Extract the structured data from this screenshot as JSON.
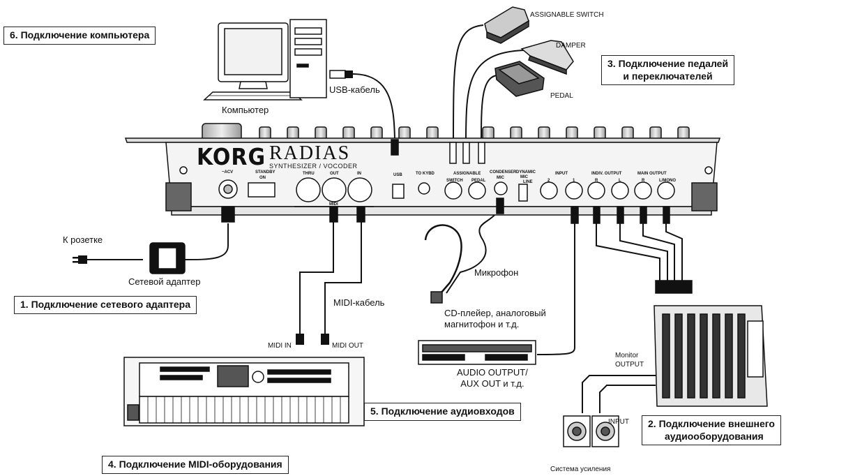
{
  "sections": {
    "computer": "6. Подключение компьютера",
    "pedals_line1": "3. Подключение педалей",
    "pedals_line2": "и переключателей",
    "power": "1. Подключение сетевого адаптера",
    "midi": "4. Подключение MIDI-оборудования",
    "audio_in": "5. Подключение аудиовходов",
    "audio_out_line1": "2. Подключение внешнего",
    "audio_out_line2": "аудиооборудования"
  },
  "labels": {
    "computer": "Компьютер",
    "usb_cable": "USB-кабель",
    "assignable_switch": "ASSIGNABLE SWITCH",
    "damper": "DAMPER",
    "pedal": "PEDAL",
    "outlet": "К розетке",
    "adapter": "Сетевой адаптер",
    "midi_cable": "MIDI-кабель",
    "midi_in": "MIDI IN",
    "midi_out": "MIDI OUT",
    "microphone": "Микрофон",
    "cd_line1": "CD-плейер, аналоговый",
    "cd_line2": "магнитофон и т.д.",
    "audio_output_line1": "AUDIO OUTPUT/",
    "audio_output_line2": "AUX OUT и т.д.",
    "monitor_line1": "Monitor",
    "monitor_line2": "OUTPUT",
    "input": "INPUT",
    "amp_system": "Система усиления"
  },
  "panel": {
    "brand": "KORG",
    "model": "RADIAS",
    "subtitle": "SYNTHESIZER / VOCODER",
    "jacks": {
      "acv": "~ACV",
      "standby": "STANDBY",
      "on": "ON",
      "thru": "THRU",
      "out": "OUT",
      "in": "IN",
      "midi": "MIDI",
      "usb": "USB",
      "to_kybd": "TO KYBD",
      "assignable": "ASSIGNABLE",
      "switch": "SWITCH",
      "pedal": "PEDAL",
      "condenser": "CONDENSER",
      "mic": "MIC",
      "dynamic": "DYNAMIC",
      "dmic": "MIC",
      "line": "LINE",
      "input": "INPUT",
      "in2": "2",
      "in1": "1",
      "indiv_output": "INDIV. OUTPUT",
      "ir": "R",
      "il": "L",
      "main_output": "MAIN OUTPUT",
      "mr": "R",
      "lmono": "L/MONO"
    }
  }
}
